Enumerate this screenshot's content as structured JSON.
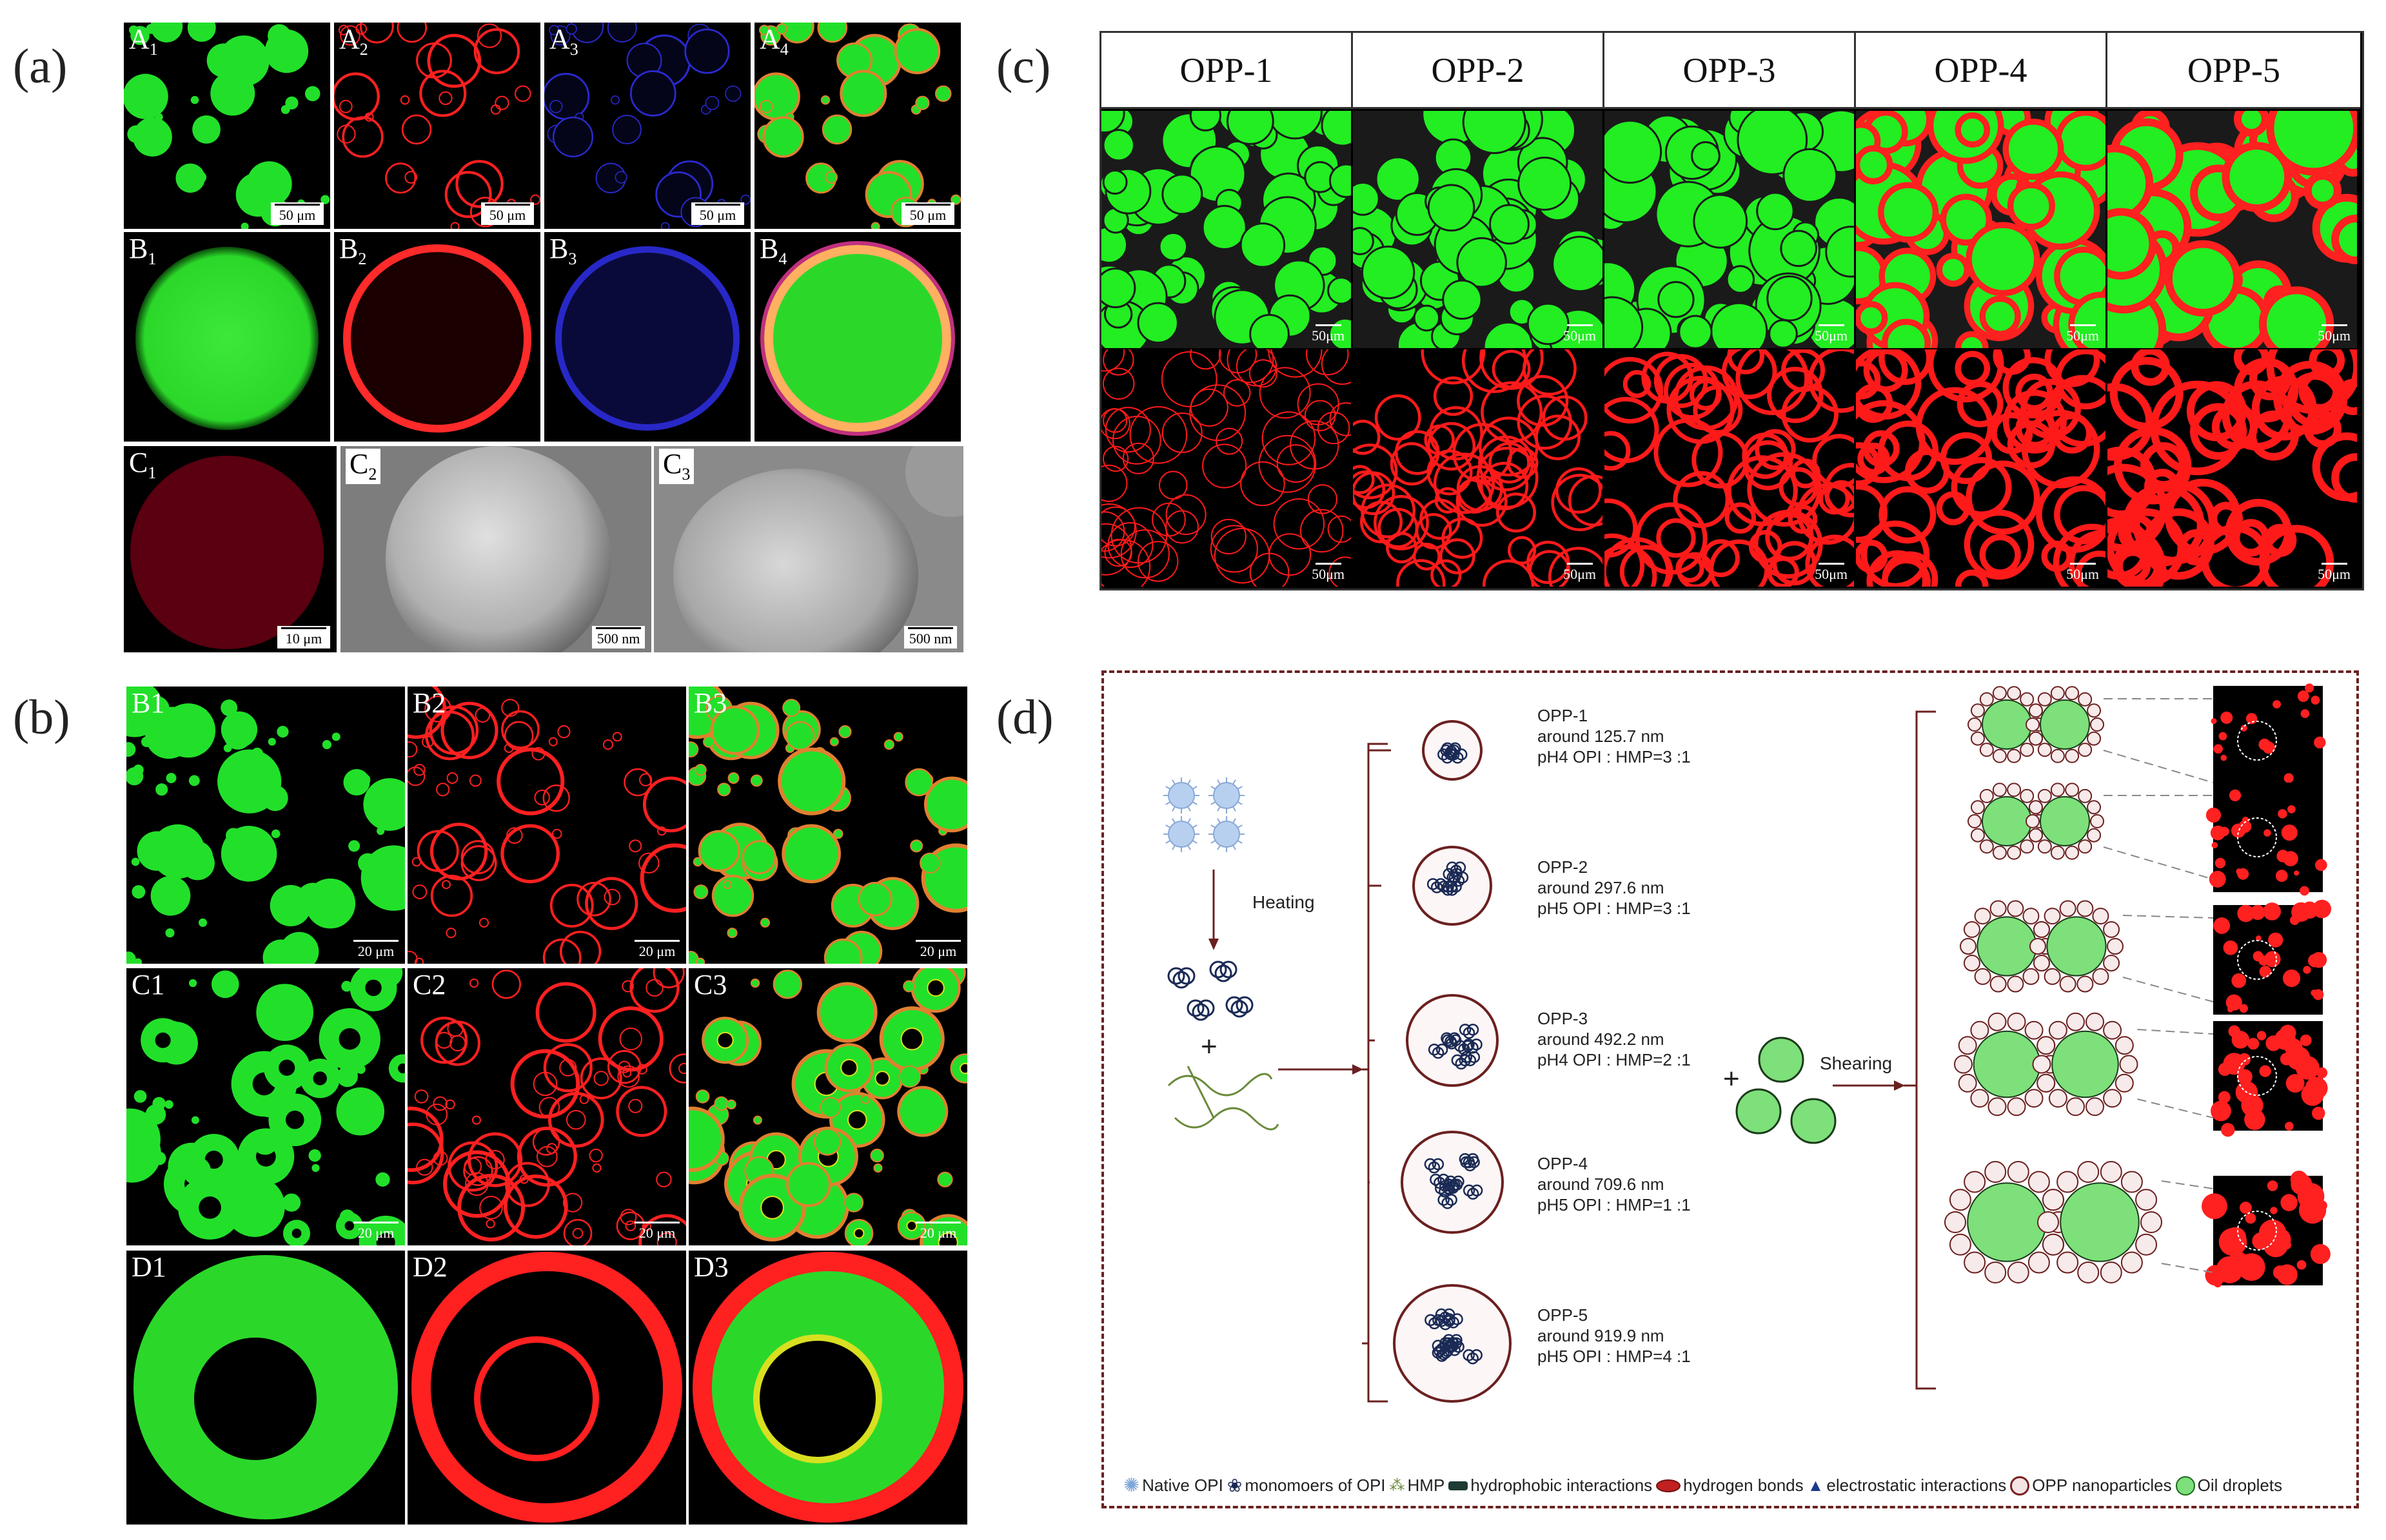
{
  "panel_labels": {
    "a": "(a)",
    "b": "(b)",
    "c": "(c)",
    "d": "(d)"
  },
  "panel_a": {
    "row_a": [
      {
        "main": "A",
        "sub": "1",
        "channel": "green",
        "scale": "50 μm"
      },
      {
        "main": "A",
        "sub": "2",
        "channel": "red",
        "scale": "50 μm"
      },
      {
        "main": "A",
        "sub": "3",
        "channel": "blue",
        "scale": "50 μm"
      },
      {
        "main": "A",
        "sub": "4",
        "channel": "merge",
        "scale": "50 μm"
      }
    ],
    "row_b": [
      {
        "main": "B",
        "sub": "1",
        "channel": "green"
      },
      {
        "main": "B",
        "sub": "2",
        "channel": "red"
      },
      {
        "main": "B",
        "sub": "3",
        "channel": "blue"
      },
      {
        "main": "B",
        "sub": "4",
        "channel": "merge"
      }
    ],
    "row_c": [
      {
        "main": "C",
        "sub": "1",
        "scale": "10 μm"
      },
      {
        "main": "C",
        "sub": "2",
        "scale": "500 nm"
      },
      {
        "main": "C",
        "sub": "3",
        "scale": "500 nm"
      }
    ]
  },
  "panel_b": {
    "row_b": [
      {
        "label": "B1",
        "channel": "green",
        "scale": "20 μm"
      },
      {
        "label": "B2",
        "channel": "red",
        "scale": "20 μm"
      },
      {
        "label": "B3",
        "channel": "merge",
        "scale": "20 μm"
      }
    ],
    "row_c": [
      {
        "label": "C1",
        "channel": "green",
        "scale": "20 μm"
      },
      {
        "label": "C2",
        "channel": "red",
        "scale": "20 μm"
      },
      {
        "label": "C3",
        "channel": "merge",
        "scale": "20 μm"
      }
    ],
    "row_d": [
      {
        "label": "D1",
        "channel": "green"
      },
      {
        "label": "D2",
        "channel": "red"
      },
      {
        "label": "D3",
        "channel": "merge"
      }
    ]
  },
  "panel_c": {
    "columns": [
      "OPP-1",
      "OPP-2",
      "OPP-3",
      "OPP-4",
      "OPP-5"
    ],
    "scale": "50μm"
  },
  "panel_d": {
    "heating": "Heating",
    "shearing": "Shearing",
    "plus": "+",
    "samples": [
      {
        "name": "OPP-1",
        "size": "around 125.7 nm",
        "cond": "pH4  OPI : HMP=3 :1"
      },
      {
        "name": "OPP-2",
        "size": "around 297.6 nm",
        "cond": "pH5  OPI : HMP=3 :1"
      },
      {
        "name": "OPP-3",
        "size": "around 492.2 nm",
        "cond": "pH4  OPI : HMP=2 :1"
      },
      {
        "name": "OPP-4",
        "size": "around 709.6 nm",
        "cond": "pH5  OPI : HMP=1 :1"
      },
      {
        "name": "OPP-5",
        "size": "around 919.9 nm",
        "cond": "pH5  OPI : HMP=4 :1"
      }
    ],
    "legend": [
      "Native OPI",
      "monomoers of OPI",
      "HMP",
      "hydrophobic interactions",
      "hydrogen bonds",
      "electrostatic interactions",
      "OPP nanoparticles",
      "Oil droplets"
    ]
  },
  "colors": {
    "green": "#22e02a",
    "red": "#ff2020",
    "blue": "#2a2ad0",
    "frame": "#6b2020"
  }
}
